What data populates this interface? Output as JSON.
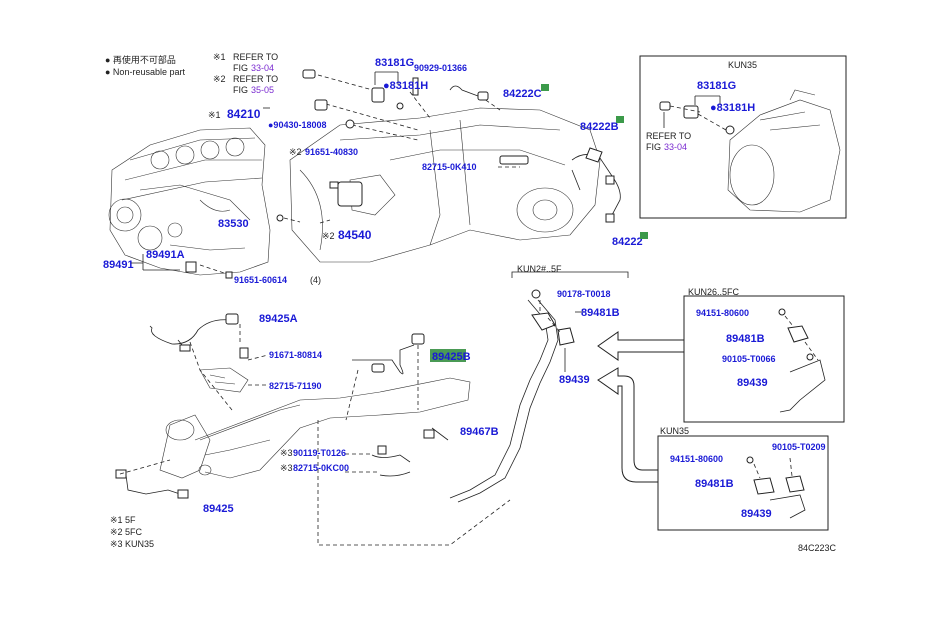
{
  "legend": {
    "reuse_note": "● 再使用不可部品",
    "reuse_note_en": "● Non-reusable part",
    "ref1_mark": "※1",
    "ref1_text": "REFER TO",
    "ref1_fig": "FIG",
    "ref1_num": "33-04",
    "ref2_mark": "※2",
    "ref2_text": "REFER TO",
    "ref2_fig": "FIG",
    "ref2_num": "35-05"
  },
  "footnotes": [
    "※1  5F",
    "※2  5FC",
    "※3  KUN35"
  ],
  "diagram_code": "84C223C",
  "colors": {
    "part_number": "#1a1ad6",
    "reference": "#7a2bd0",
    "highlight": "#3c9a4a"
  },
  "main": {
    "p83181G": "83181G",
    "p83181H": "●83181H",
    "p90929": "90929-01366",
    "p84222C": "84222C",
    "p84222B": "84222B",
    "p84222": "84222",
    "p84210_mark": "※1",
    "p84210": "84210",
    "p90430": "●90430-18008",
    "p91651a_mark": "※2",
    "p91651a": "91651-40830",
    "p82715a": "82715-0K410",
    "p83530": "83530",
    "p84540_mark": "※2",
    "p84540": "84540",
    "p89491": "89491",
    "p89491A": "89491A",
    "p91651b": "91651-60614",
    "p91651b_qty": "(4)",
    "p89425A": "89425A",
    "p91671": "91671-80814",
    "p82715b": "82715-71190",
    "p89425B": "89425B",
    "p89467B": "89467B",
    "p90119_mark": "※3",
    "p90119": "90119-T0126",
    "p82715c_mark": "※3",
    "p82715c": "82715-0KC00",
    "p89425": "89425"
  },
  "inset_kun35_top": {
    "title": "KUN35",
    "p83181G": "83181G",
    "p83181H": "●83181H",
    "ref_text": "REFER TO",
    "ref_fig": "FIG",
    "ref_num": "33-04"
  },
  "inset_kun2": {
    "title": "KUN2#..5F",
    "p90178": "90178-T0018",
    "p89481B": "89481B",
    "p89439": "89439"
  },
  "inset_kun26": {
    "title": "KUN26..5FC",
    "p94151": "94151-80600",
    "p89481B": "89481B",
    "p90105": "90105-T0066",
    "p89439": "89439"
  },
  "inset_kun35_bottom": {
    "title": "KUN35",
    "p90105": "90105-T0209",
    "p94151": "94151-80600",
    "p89481B": "89481B",
    "p89439": "89439"
  }
}
